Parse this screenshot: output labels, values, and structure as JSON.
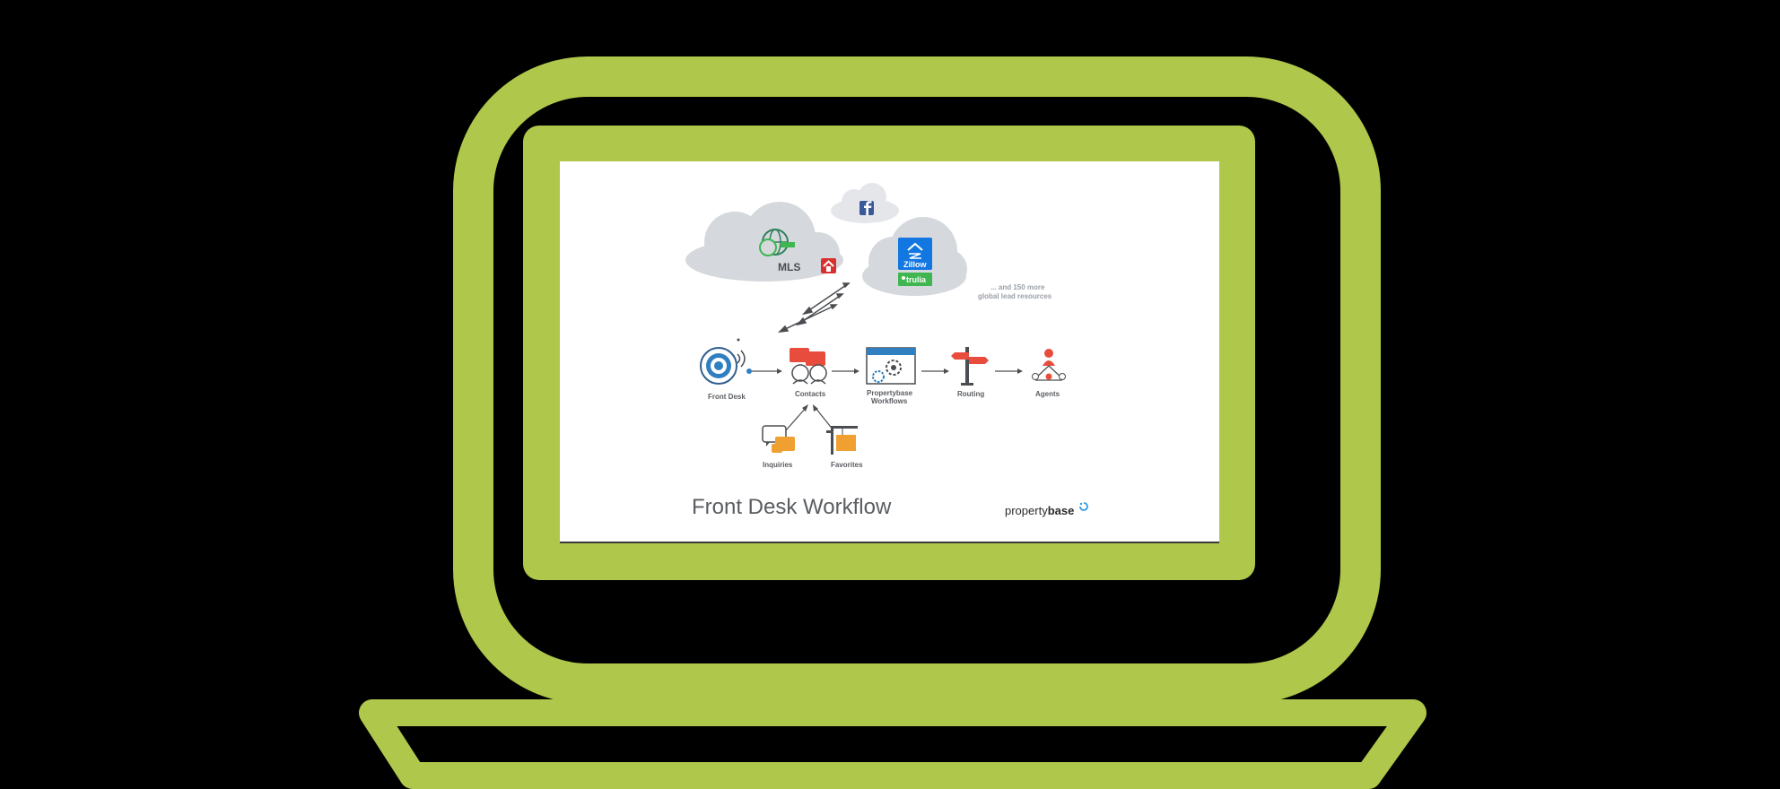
{
  "screen": {
    "title": "Front Desk Workflow",
    "brand_part1": "property",
    "brand_part2": "base"
  },
  "sources": {
    "mls_label": "MLS",
    "zillow_label": "Zillow",
    "trulia_label": "trulia",
    "more_line1": "... and 150 more",
    "more_line2": "global lead resources"
  },
  "workflow": {
    "front_desk": "Front Desk",
    "contacts": "Contacts",
    "workflows_line1": "Propertybase",
    "workflows_line2": "Workflows",
    "routing": "Routing",
    "agents": "Agents",
    "inquiries": "Inquiries",
    "favorites": "Favorites"
  },
  "colors": {
    "laptop_frame": "#afc74a",
    "background": "#000000",
    "cloud": "#d5d8dc",
    "facebook": "#3b5998",
    "zillow": "#1277e1",
    "trulia": "#3fb650",
    "red_accent": "#e84c3d",
    "orange_accent": "#f0a030",
    "blue_accent": "#2f7fc1",
    "brand_mark": "#2f9be0"
  }
}
